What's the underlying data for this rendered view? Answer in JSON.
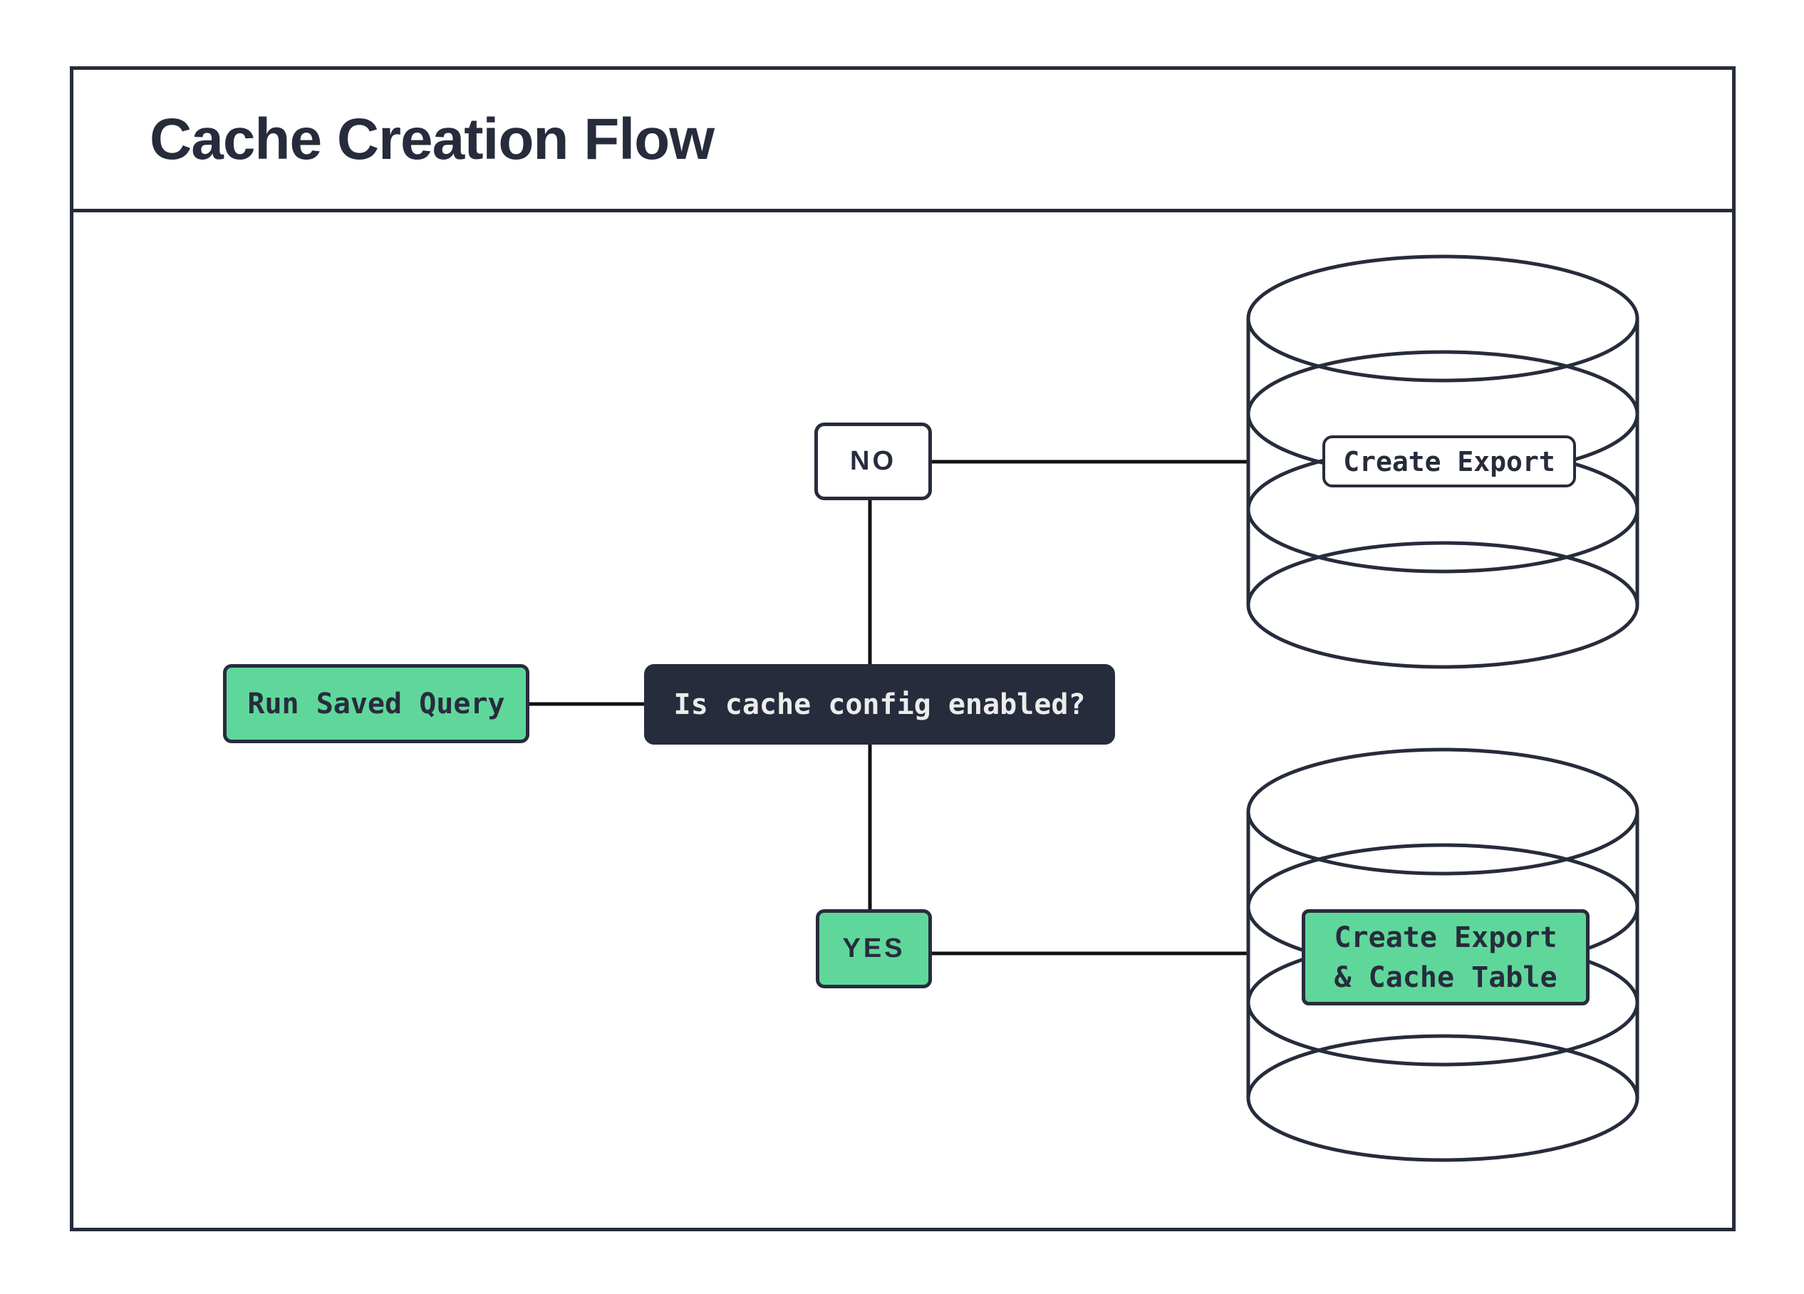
{
  "title": "Cache Creation Flow",
  "colors": {
    "navy": "#272c3c",
    "green": "#5fd79b",
    "line": "#111111",
    "light-text": "#ececec",
    "bg": "#ffffff"
  },
  "nodes": {
    "start": {
      "label": "Run Saved Query"
    },
    "decision": {
      "label": "Is cache config enabled?"
    },
    "branch_no": {
      "label": "NO"
    },
    "branch_yes": {
      "label": "YES"
    },
    "export_db": {
      "label": "Create Export"
    },
    "cache_db": {
      "label": "Create Export\n& Cache Table"
    }
  }
}
